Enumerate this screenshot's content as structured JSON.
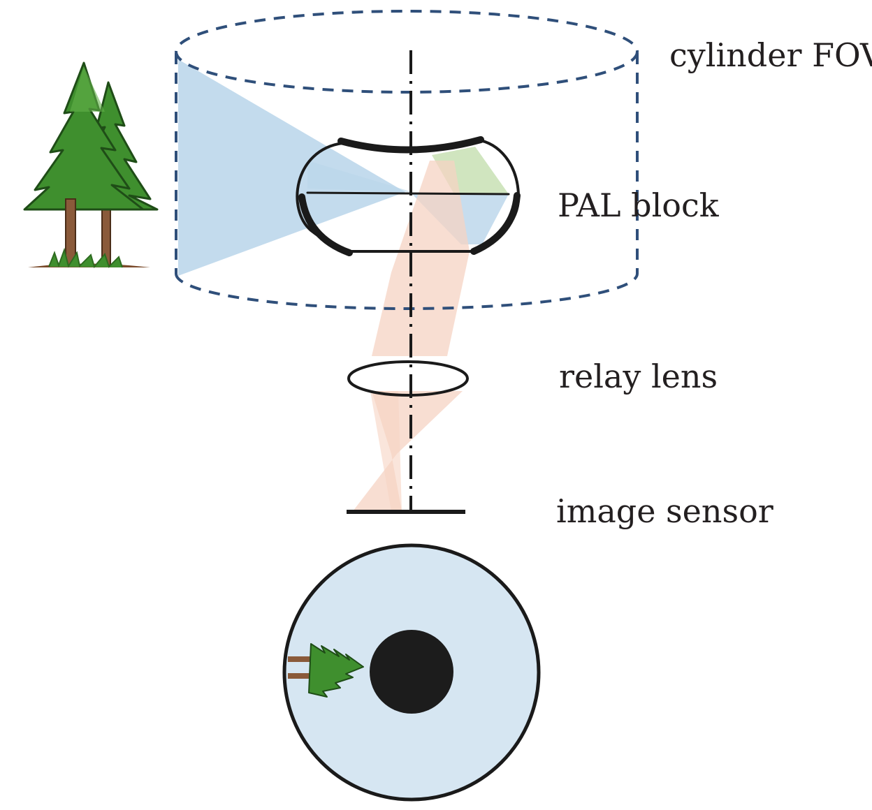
{
  "labels": {
    "cylinder_fov": "cylinder FOV",
    "pal_block": "PAL block",
    "relay_lens": "relay lens",
    "image_sensor": "image sensor"
  },
  "colors": {
    "outline": "#1a1a1a",
    "cylinder_dash": "#2f4f7a",
    "fov_blue": "#b9d5ea",
    "ray_green": "#c8e0b4",
    "ray_peach": "#f6d3c3",
    "image_disc": "#d6e6f2",
    "tree_green": "#3f8f2e",
    "tree_trunk": "#7a4a2a"
  },
  "icons": [
    "tree-icon",
    "tree-image-icon"
  ]
}
